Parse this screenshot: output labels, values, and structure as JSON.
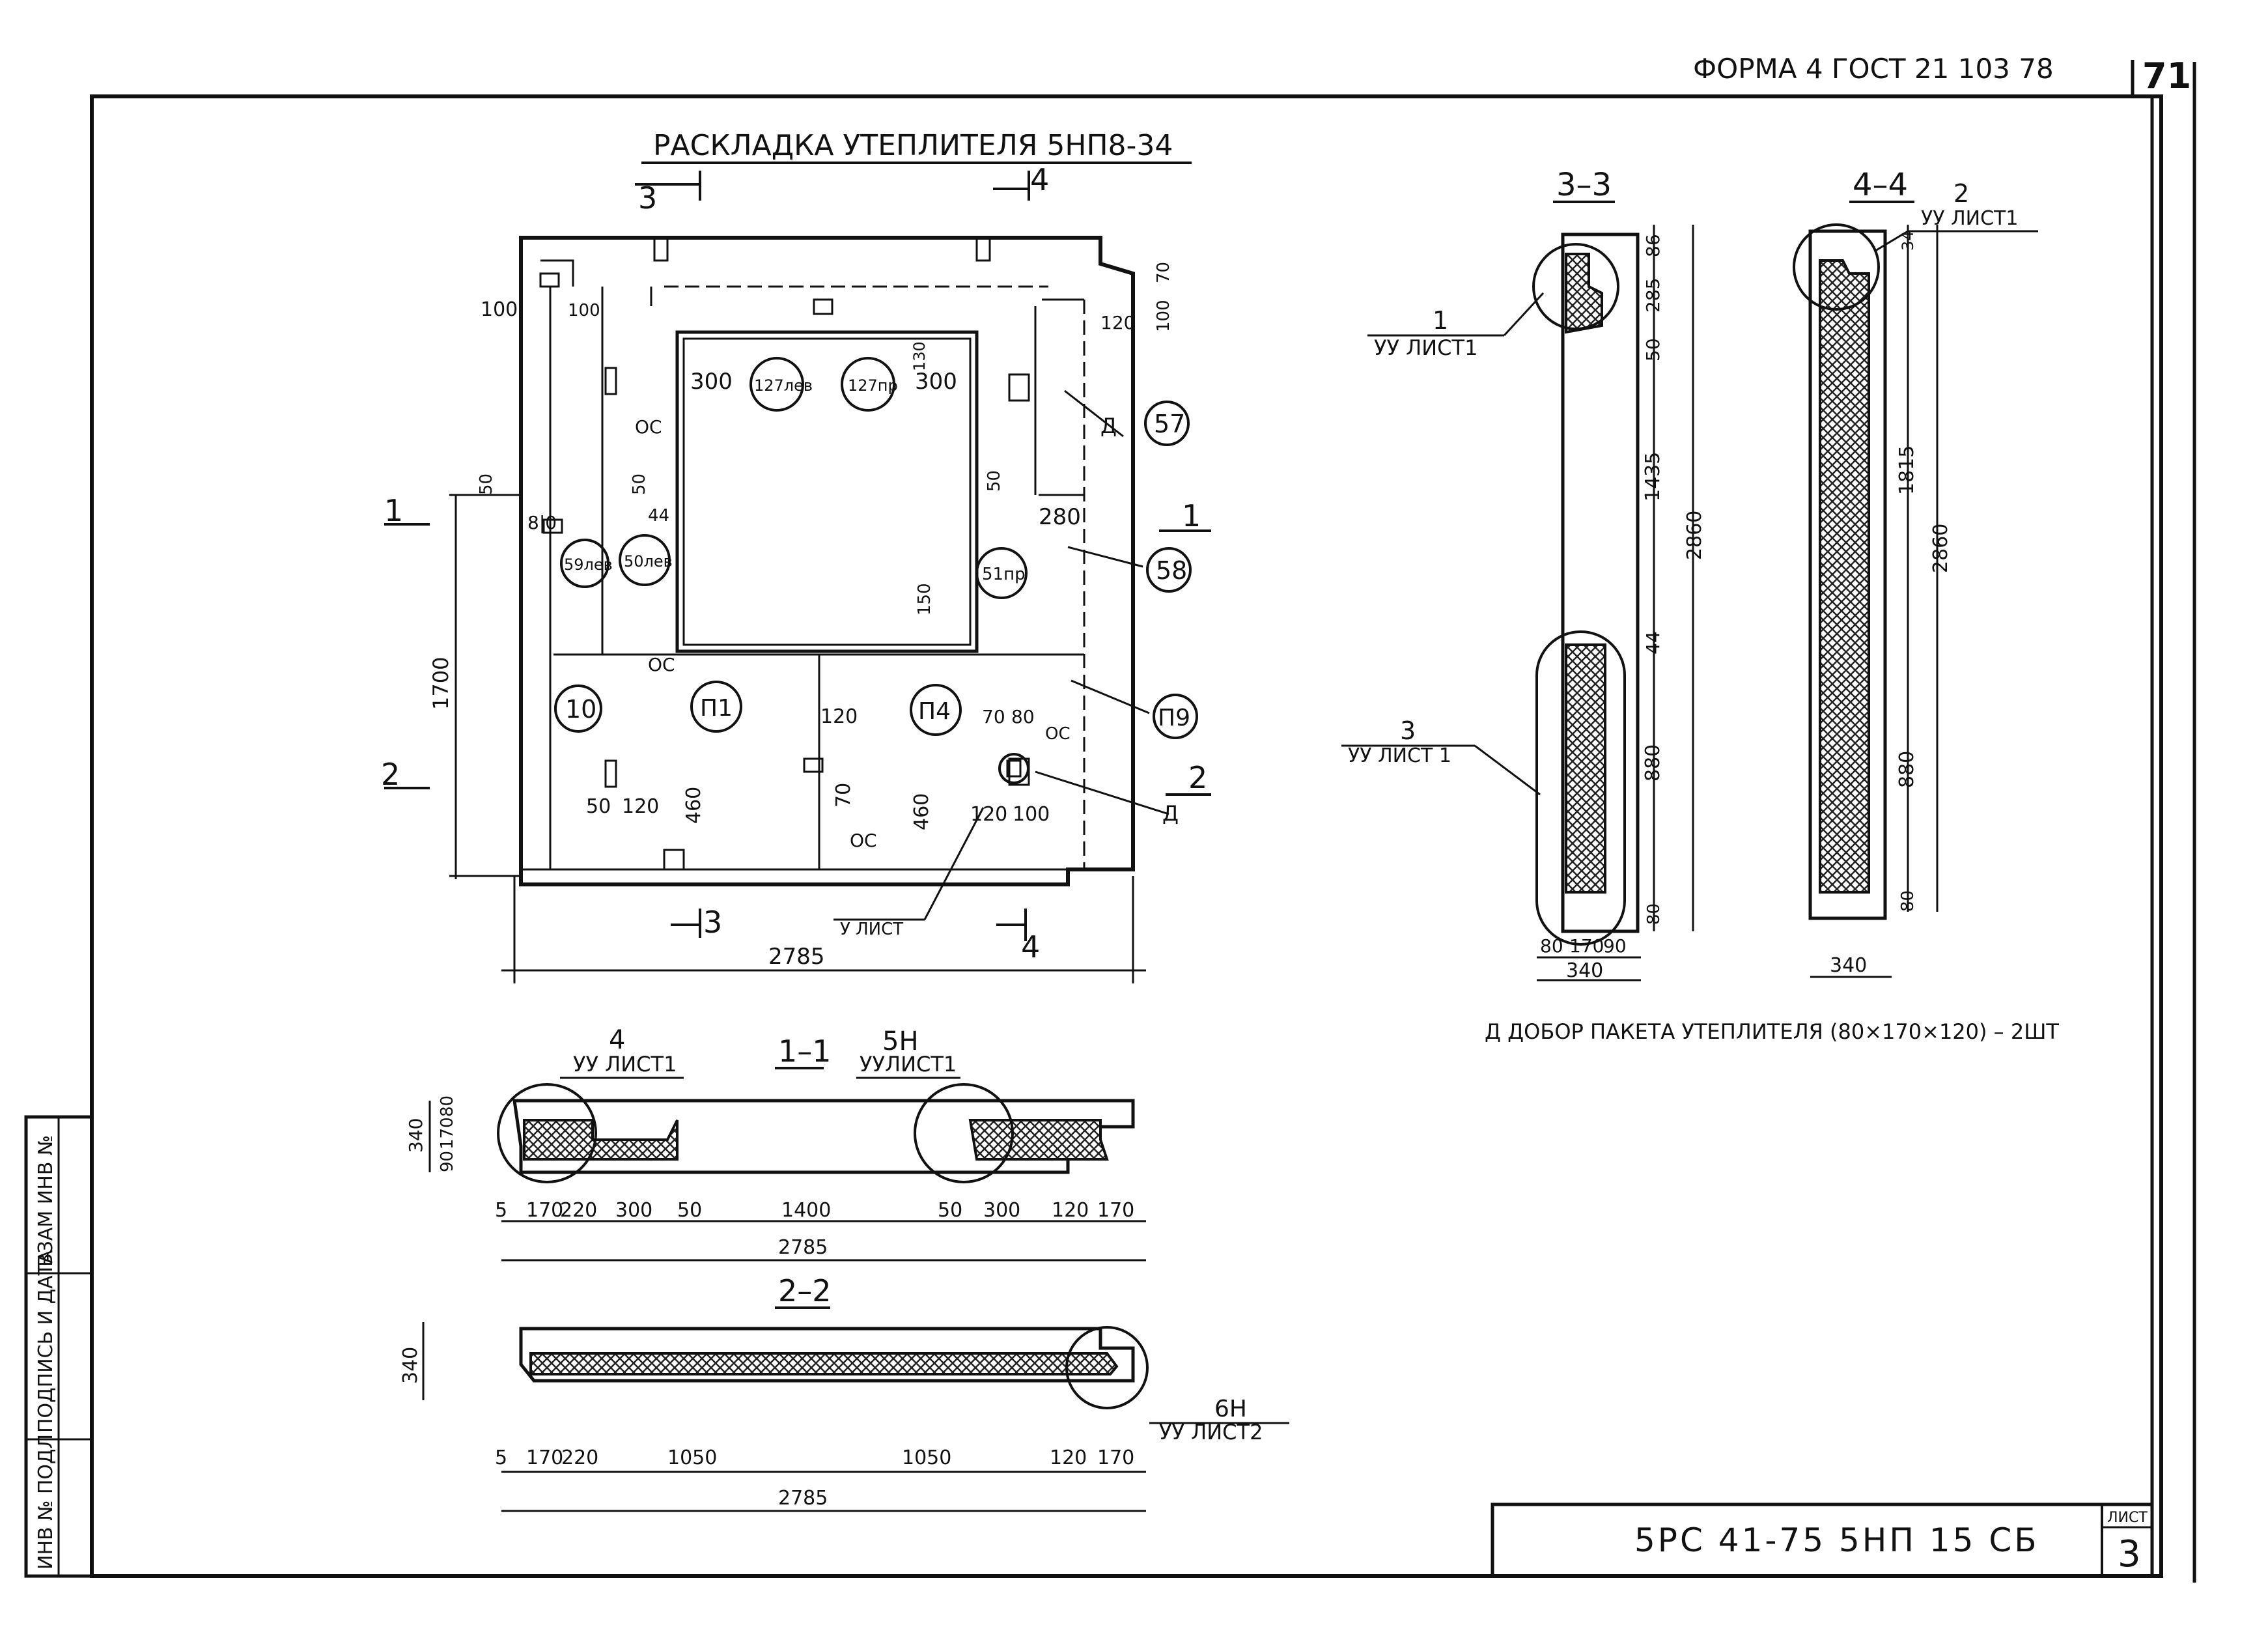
{
  "header": {
    "form_label": "ФОРМА 4 ГОСТ 21 103 78",
    "page_number": "71"
  },
  "main_view": {
    "title": "РАСКЛАДКА УТЕПЛИТЕЛЯ   5НП8-34",
    "section_marks": [
      "3",
      "4",
      "1",
      "2"
    ],
    "dims": {
      "d100a": "100",
      "d100b": "100",
      "d120": "120",
      "d70": "70",
      "d100c": "100",
      "d300a": "300",
      "d300b": "300",
      "d130": "130",
      "d50a": "50",
      "d810": "8|0",
      "d50b": "50",
      "d44": "44",
      "d50c": "50",
      "d280": "280",
      "d150": "150",
      "d1700": "1700",
      "d120b": "120",
      "d70b": "70",
      "d70c": "70",
      "d80": "80",
      "d50d": "50",
      "d120c": "120",
      "d460a": "460",
      "d460b": "460",
      "d120d": "120",
      "d100d": "100",
      "d2785": "2785"
    },
    "notes": {
      "os1": "ОС",
      "os2": "ОС",
      "os3": "ОС",
      "os4": "ОС",
      "d1": "Д",
      "d2": "Д",
      "sheet_ref": "У ЛИСТ"
    },
    "markers": {
      "m57": "57",
      "m58": "58",
      "m59": "П9",
      "m10": "10",
      "m59lev": "59лев",
      "m50lev": "50лев",
      "m51pr": "51пр",
      "m127lev": "127лев",
      "m127pr": "127пр",
      "p1": "П1",
      "p4": "П4"
    }
  },
  "section_11": {
    "title": "1–1",
    "callout_4": {
      "num": "4",
      "ref": "УУ ЛИСТ1"
    },
    "callout_5": {
      "num": "5Н",
      "ref": "УУЛИСТ1"
    },
    "vert_dims": [
      "340",
      "80",
      "170",
      "90"
    ],
    "dims": [
      "5",
      "170",
      "220",
      "300",
      "50",
      "1400",
      "50",
      "300",
      "120",
      "170"
    ],
    "total": "2785"
  },
  "section_22": {
    "title": "2–2",
    "callout_6": {
      "num": "6Н",
      "ref": "УУ ЛИСТ2"
    },
    "thickness": "340",
    "dims": [
      "5",
      "170",
      "220",
      "1050",
      "1050",
      "120",
      "170"
    ],
    "total": "2785"
  },
  "section_33": {
    "title": "3–3",
    "callout_1": {
      "num": "1",
      "ref": "УУ ЛИСТ1"
    },
    "callout_3": {
      "num": "3",
      "ref": "УУ ЛИСТ 1"
    },
    "vert_dims": [
      "86",
      "285",
      "50",
      "1435",
      "44",
      "880",
      "80"
    ],
    "total": "2860",
    "bottom_dims": [
      "80",
      "170",
      "90"
    ],
    "width": "340"
  },
  "section_44": {
    "title": "4–4",
    "callout_2": {
      "num": "2",
      "ref": "УУ ЛИСТ1"
    },
    "vert_dims": [
      "34",
      "1815",
      "880",
      "80"
    ],
    "total": "2860",
    "width": "340"
  },
  "note": "Д ДОБОР ПАКЕТА УТЕПЛИТЕЛЯ (80×170×120) – 2ШТ",
  "stamp_column": [
    "ИНВ № ПОДЛ",
    "ПОДПИСЬ И ДАТА",
    "ВЗАМ ИНВ №"
  ],
  "title_block": {
    "code": "5РС 41-75  5НП  15 СБ",
    "sheet_label": "ЛИСТ",
    "sheet_number": "3"
  }
}
